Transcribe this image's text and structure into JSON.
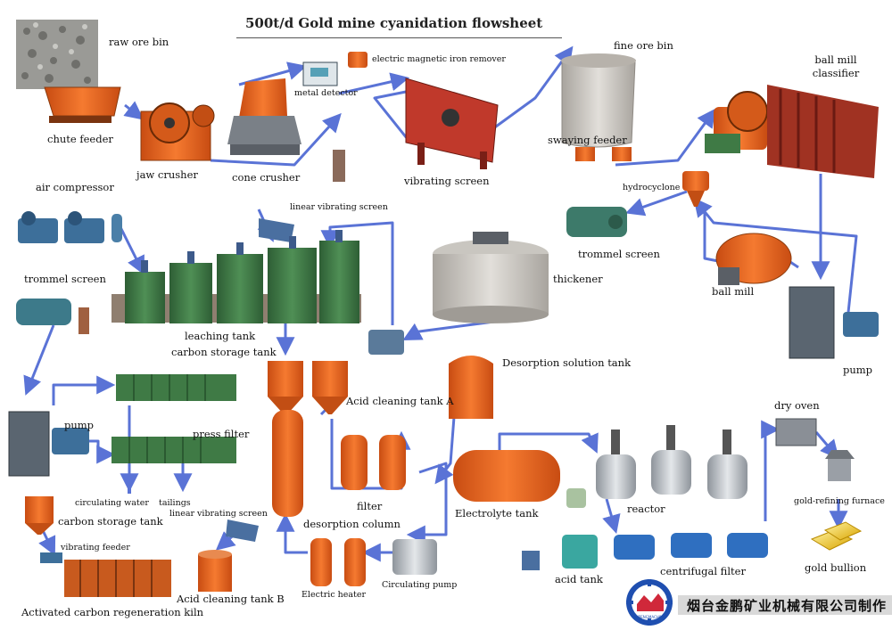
{
  "title": "500t/d Gold mine cyanidation flowsheet",
  "colors": {
    "flow_arrow": "#5a73d6",
    "equipment_orange": "#e8641e",
    "tank_green": "#3f7a45",
    "steel": "#b8bcc2",
    "concrete": "#c9c6c0"
  },
  "labels": {
    "raw_ore_bin": "raw ore bin",
    "chute_feeder": "chute feeder",
    "jaw_crusher": "jaw crusher",
    "cone_crusher": "cone crusher",
    "metal_detector": "metal detector",
    "electric_magnetic_iron_remover": "electric magnetic iron remover",
    "vibrating_screen": "vibrating screen",
    "fine_ore_bin": "fine ore bin",
    "swaying_feeder": "swaying feeder",
    "ball_mill_classifier": "ball mill classifier",
    "air_compressor": "air compressor",
    "linear_vibrating_screen_top": "linear vibrating screen",
    "hydrocyclone": "hydrocyclone",
    "trommel_screen_left": "trommel screen",
    "trommel_screen_right": "trommel screen",
    "thickener": "thickener",
    "ball_mill": "ball mill",
    "leaching_tank": "leaching tank",
    "carbon_storage_tank_top": "carbon storage tank",
    "pump_right": "pump",
    "desorption_solution_tank": "Desorption solution tank",
    "acid_cleaning_tank_a": "Acid cleaning tank A",
    "pump_left": "pump",
    "press_filter": "press filter",
    "dry_oven": "dry oven",
    "filter": "filter",
    "circulating_water": "circulating water",
    "tailings": "tailings",
    "linear_vibrating_screen_bottom": "linear vibrating screen",
    "carbon_storage_tank_bottom": "carbon storage tank",
    "desorption_column": "desorption column",
    "electrolyte_tank": "Electrolyte tank",
    "reactor": "reactor",
    "gold_refining_furnace": "gold-refining furnace",
    "vibrating_feeder": "vibrating feeder",
    "gold_bullion": "gold bullion",
    "centrifugal_filter": "centrifugal filter",
    "acid_tank": "acid tank",
    "circulating_pump": "Circulating pump",
    "electric_heater": "Electric heater",
    "acid_cleaning_tank_b": "Acid cleaning tank B",
    "activated_carbon_regeneration_kiln": "Activated carbon regeneration kiln"
  },
  "footer": {
    "company": "烟台金鹏矿业机械有限公司制作",
    "logo_text": "JINPENGMACHINE"
  }
}
